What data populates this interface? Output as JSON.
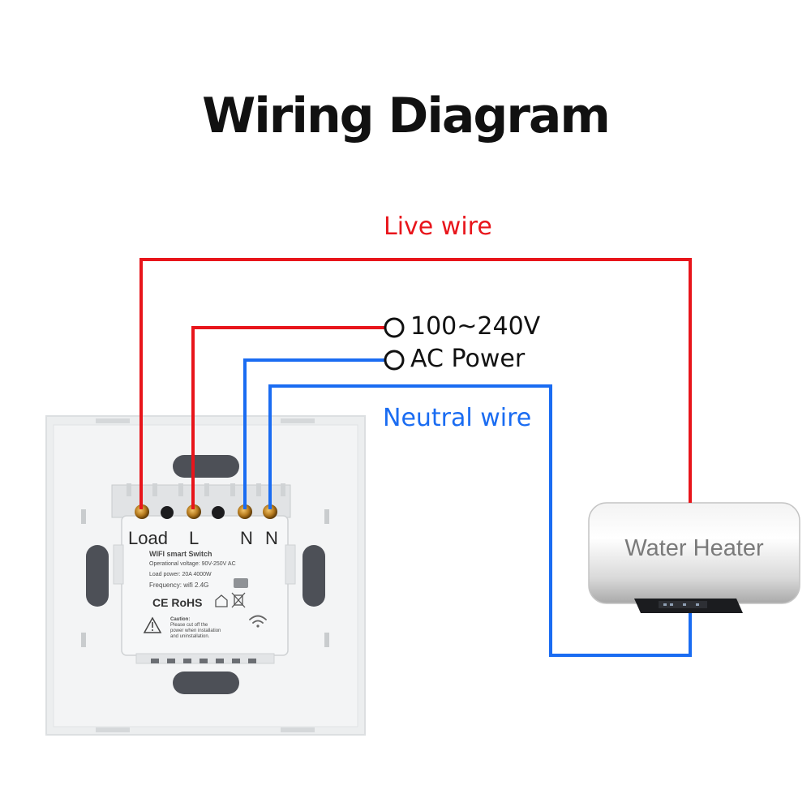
{
  "title": "Wiring Diagram",
  "labels": {
    "live_wire": "Live wire",
    "neutral_wire": "Neutral wire",
    "voltage": "100~240V",
    "ac_power": "AC Power"
  },
  "switch": {
    "terminals": [
      "Load",
      "L",
      "N",
      "N"
    ],
    "specs": {
      "name": "WIFI  smart  Switch",
      "voltage": "Operational voltage: 90V-250V AC",
      "load": "Load power: 20A  4000W",
      "frequency": "Frequency: wifi 2.4G",
      "certifications": "CE RoHS",
      "caution_title": "Caution:",
      "caution_line1": "Please cut off the",
      "caution_line2": "power when installation",
      "caution_line3": "and uninstallation."
    }
  },
  "appliance": {
    "label": "Water Heater"
  },
  "colors": {
    "live": "#e8151b",
    "neutral": "#1a6cf2",
    "text": "#111111"
  },
  "icons": [
    "wifi-icon",
    "house-icon",
    "weee-bin-icon",
    "warning-icon",
    "terminal-screw-icon"
  ]
}
